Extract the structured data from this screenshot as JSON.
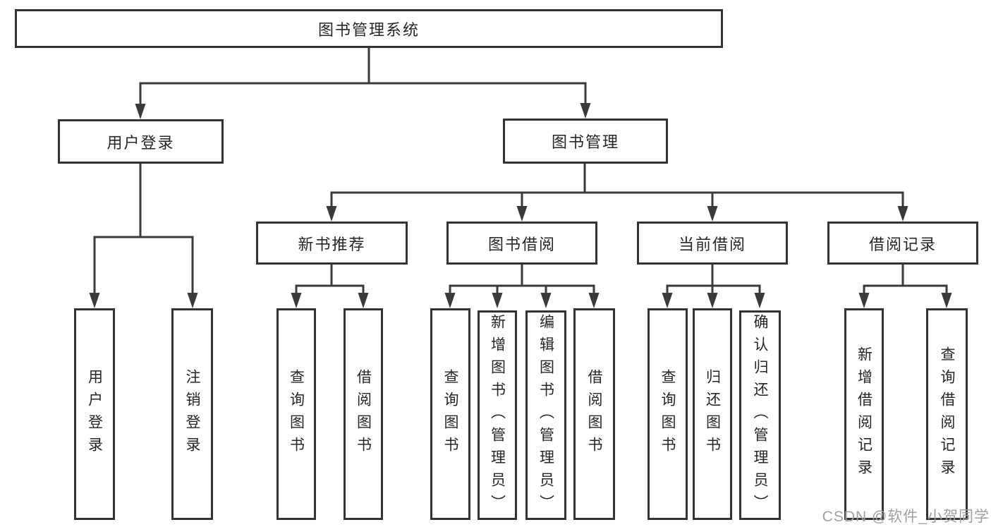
{
  "colors": {
    "line": "#3a3a3a",
    "box_border": "#333333",
    "box_background": "#ffffff",
    "text": "#262626",
    "watermark": "#a0a0a0"
  },
  "watermark": {
    "text": "CSDN @软件_小贺同学"
  },
  "tree": {
    "root": {
      "label": "图书管理系统"
    },
    "level2": [
      {
        "label": "用户登录",
        "children": [
          {
            "label": "用户登录"
          },
          {
            "label": "注销登录"
          }
        ]
      },
      {
        "label": "图书管理",
        "children": [
          {
            "label": "新书推荐",
            "children": [
              {
                "label": "查询图书"
              },
              {
                "label": "借阅图书"
              }
            ]
          },
          {
            "label": "图书借阅",
            "children": [
              {
                "label": "查询图书"
              },
              {
                "label": "新增图书（管理员）"
              },
              {
                "label": "编辑图书（管理员）"
              },
              {
                "label": "借阅图书"
              }
            ]
          },
          {
            "label": "当前借阅",
            "children": [
              {
                "label": "查询图书"
              },
              {
                "label": "归还图书"
              },
              {
                "label": "确认归还（管理员）"
              }
            ]
          },
          {
            "label": "借阅记录",
            "children": [
              {
                "label": "新增借阅记录"
              },
              {
                "label": "查询借阅记录"
              }
            ]
          }
        ]
      }
    ]
  }
}
